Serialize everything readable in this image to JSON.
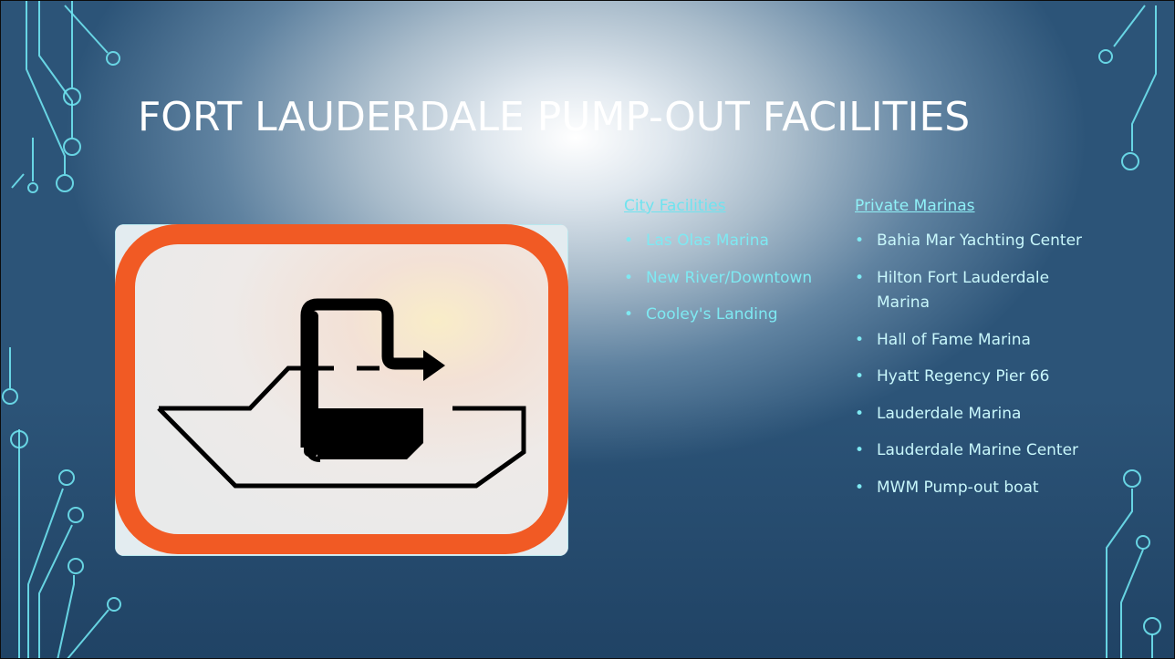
{
  "slide": {
    "title": "FORT LAUDERDALE PUMP-OUT FACILITIES",
    "image_icon": "pump-out-boat-sign-icon",
    "bullet_char": "•",
    "colors": {
      "accent": "#6fe3ef",
      "sign_border": "#f15a24",
      "background_dark": "#2c5478"
    }
  },
  "city_facilities": {
    "heading": "City Facilities",
    "items": [
      "Las Olas Marina",
      "New River/Downtown",
      "Cooley's Landing"
    ]
  },
  "private_marinas": {
    "heading": "Private Marinas",
    "items": [
      "Bahia Mar Yachting Center",
      "Hilton Fort Lauderdale Marina",
      "Hall of Fame Marina",
      "Hyatt Regency Pier 66",
      "Lauderdale Marina",
      "Lauderdale Marine Center",
      "MWM Pump-out boat"
    ]
  }
}
